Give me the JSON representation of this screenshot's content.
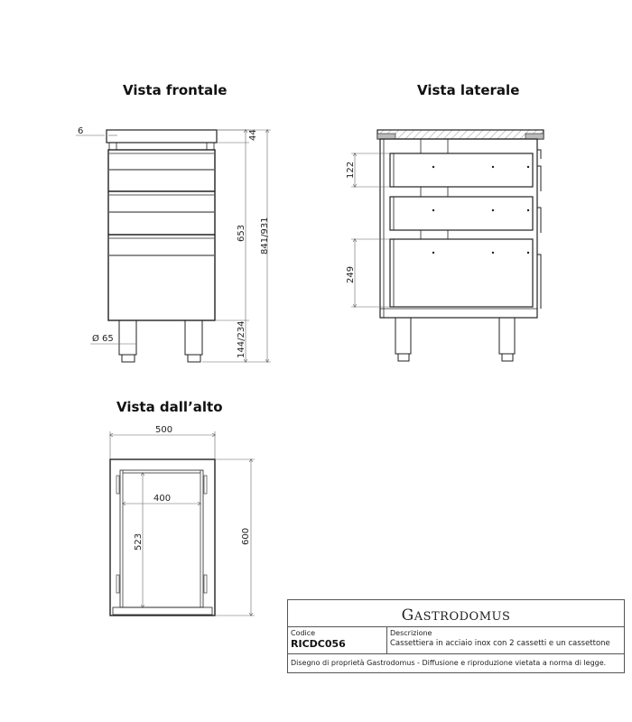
{
  "views": {
    "front": {
      "title": "Vista frontale"
    },
    "side": {
      "title": "Vista laterale"
    },
    "top": {
      "title": "Vista dall’alto"
    }
  },
  "dimensions": {
    "front": {
      "overhang": "6",
      "top_thickness": "44",
      "body_height": "653",
      "total_height": "841/931",
      "leg_height": "144/234",
      "leg_diameter": "Ø 65"
    },
    "side": {
      "drawer_height": "122",
      "large_drawer_height": "249"
    },
    "top": {
      "width": "500",
      "depth": "600",
      "inner_width": "400",
      "inner_depth": "523"
    }
  },
  "title_block": {
    "brand": "GASTRODOMUS",
    "brand_initial": "G",
    "brand_rest": "ASTRODOMUS",
    "code_label": "Codice",
    "code_value": "RICDC056",
    "description_label": "Descrizione",
    "description_value": "Cassettiera in acciaio inox con 2 cassetti e un cassettone",
    "footer": "Disegno di proprietà Gastrodomus - Diffusione e riproduzione vietata a norma di legge."
  }
}
